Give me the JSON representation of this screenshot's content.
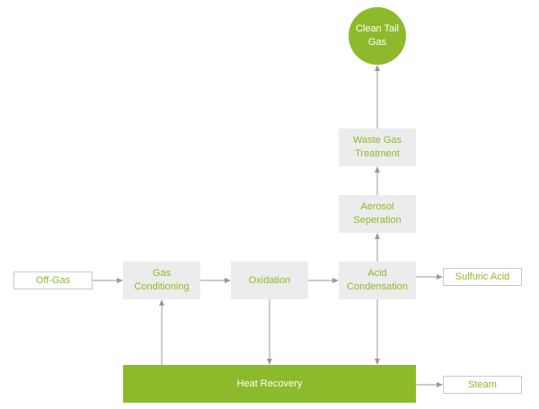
{
  "diagram": {
    "nodes": {
      "off_gas": "Off-Gas",
      "gas_conditioning": "Gas\nConditioning",
      "oxidation": "Oxidation",
      "acid_condensation": "Acid\nCondensation",
      "sulfuric_acid": "Sulfuric Acid",
      "aerosol_separation": "Aerosol\nSeperation",
      "waste_gas_treatment": "Waste Gas\nTreatment",
      "clean_tail_gas": "Clean Tail\nGas",
      "heat_recovery": "Heat Recovery",
      "steam": "Steam"
    },
    "colors": {
      "accent": "#8dba2a",
      "box": "#ececec",
      "arrow": "#9a9a9a",
      "io_border": "#c9c9c9"
    },
    "edges": [
      [
        "off_gas",
        "gas_conditioning"
      ],
      [
        "gas_conditioning",
        "oxidation"
      ],
      [
        "oxidation",
        "acid_condensation"
      ],
      [
        "acid_condensation",
        "sulfuric_acid"
      ],
      [
        "acid_condensation",
        "aerosol_separation"
      ],
      [
        "aerosol_separation",
        "waste_gas_treatment"
      ],
      [
        "waste_gas_treatment",
        "clean_tail_gas"
      ],
      [
        "oxidation",
        "heat_recovery"
      ],
      [
        "acid_condensation",
        "heat_recovery"
      ],
      [
        "heat_recovery",
        "gas_conditioning"
      ],
      [
        "heat_recovery",
        "steam"
      ]
    ]
  }
}
